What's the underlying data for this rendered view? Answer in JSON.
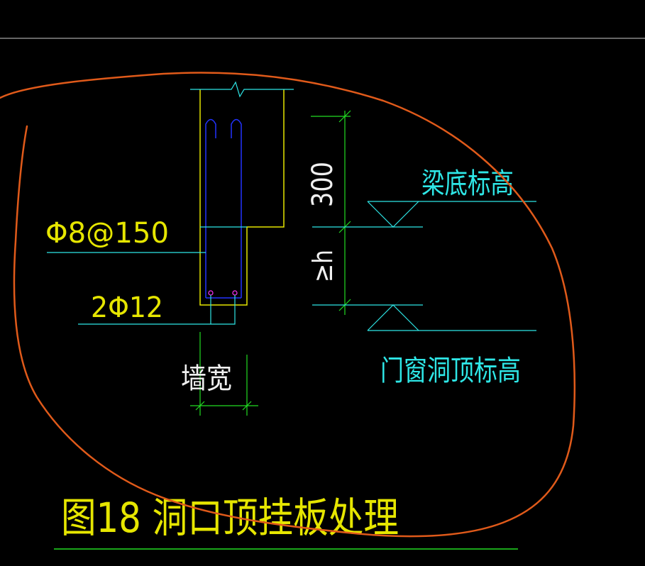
{
  "labels": {
    "stirrup": "Φ8@150",
    "bottom_bars": "2Φ12",
    "dim_300": "300",
    "dim_h": "≥h",
    "wall_width": "墙宽",
    "beam_bottom": "梁底标高",
    "opening_top": "门窗洞顶标高",
    "figure_title": "图18  洞口顶挂板处理"
  },
  "colors": {
    "background": "#000000",
    "yellow": "#e6e600",
    "cyan": "#2ee6e6",
    "green": "#22dd22",
    "blue": "#2233ff",
    "white": "#f0f0f0",
    "orange": "#e05a1a",
    "magenta": "#ff33ff",
    "grey": "#cccccc"
  }
}
